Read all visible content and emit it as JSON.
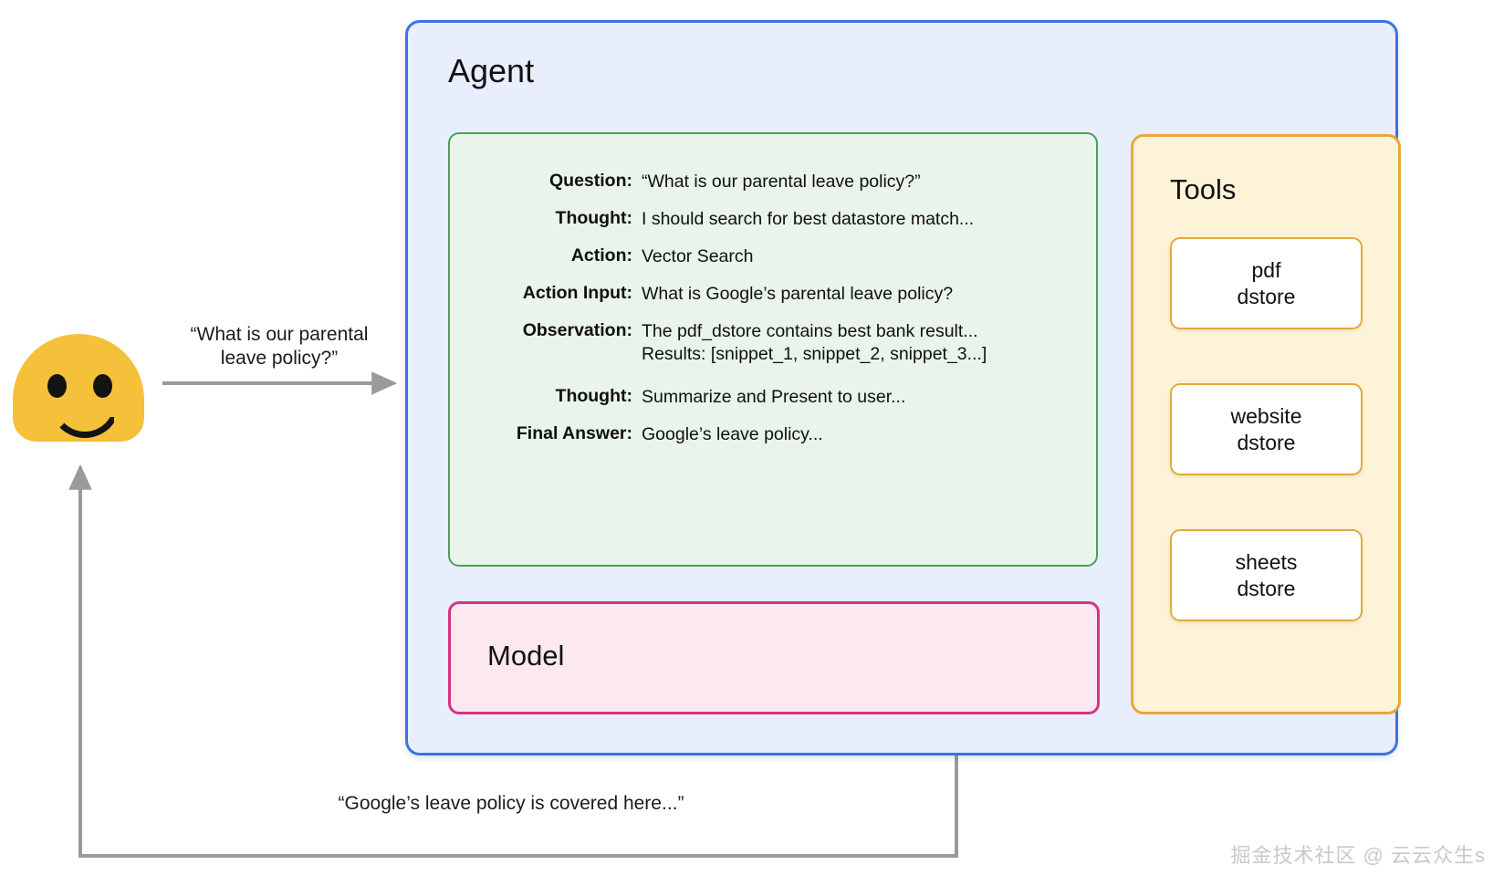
{
  "user": {
    "avatar_name": "smiley-face-avatar",
    "question_label": "“What is our parental\nleave policy?”",
    "answer_label": "“Google’s leave policy is covered here...”"
  },
  "agent": {
    "title": "Agent",
    "border_color": "#3b74e0",
    "fill_color": "#e8eefc"
  },
  "trace": {
    "border_color": "#4a9e5c",
    "fill_color": "#e9f4ea",
    "rows": [
      {
        "label": "Question:",
        "value": "“What is our parental leave policy?”"
      },
      {
        "label": "Thought:",
        "value": "I should search for best datastore match..."
      },
      {
        "label": "Action:",
        "value": "Vector Search"
      },
      {
        "label": "Action Input:",
        "value": "What is Google’s parental leave policy?"
      },
      {
        "label": "Observation:",
        "value": "The pdf_dstore contains best bank result...\nResults: [snippet_1, snippet_2, snippet_3...]"
      },
      {
        "label": "Thought:",
        "value": "Summarize and Present to user..."
      },
      {
        "label": "Final Answer:",
        "value": "Google’s leave policy..."
      }
    ]
  },
  "model": {
    "title": "Model",
    "border_color": "#d63384",
    "fill_color": "#fce8f1"
  },
  "tools": {
    "title": "Tools",
    "border_color": "#e5a93a",
    "fill_color": "#fdf3d8",
    "items": [
      {
        "label": "pdf\ndstore"
      },
      {
        "label": "website\ndstore"
      },
      {
        "label": "sheets\ndstore"
      }
    ]
  },
  "watermark": {
    "text": "掘金技术社区 @ 云云众生s"
  }
}
